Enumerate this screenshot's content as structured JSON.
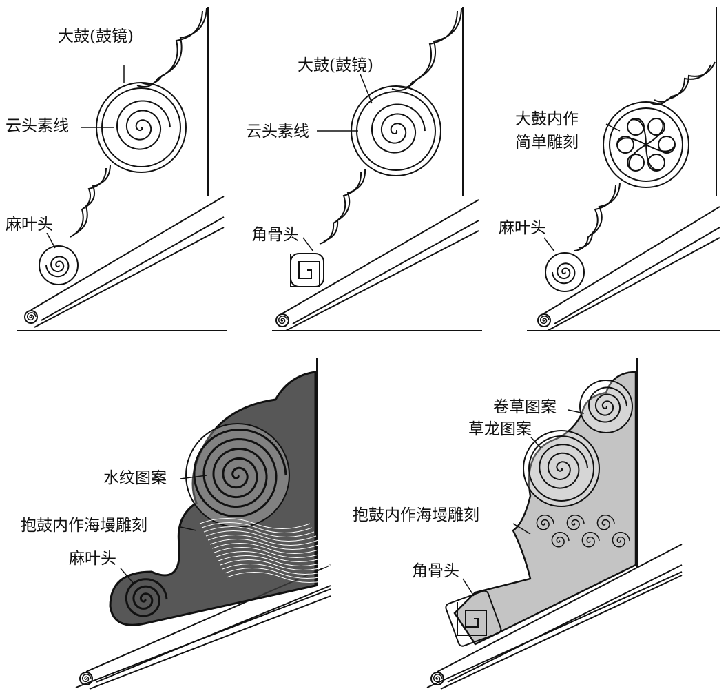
{
  "panels": [
    {
      "id": "p1",
      "labels": {
        "drum": "大鼓(鼓镜)",
        "line": "云头素线",
        "head": "麻叶头"
      }
    },
    {
      "id": "p2",
      "labels": {
        "drum": "大鼓(鼓镜)",
        "line": "云头素线",
        "head": "角骨头"
      }
    },
    {
      "id": "p3",
      "labels": {
        "drum_1": "大鼓内作",
        "drum_2": "简单雕刻",
        "head": "麻叶头"
      }
    },
    {
      "id": "p4",
      "labels": {
        "water": "水纹图案",
        "carving": "抱鼓内作海墁雕刻",
        "head": "麻叶头"
      }
    },
    {
      "id": "p5",
      "labels": {
        "scroll": "卷草图案",
        "dragon": "草龙图案",
        "carving": "抱鼓内作海墁雕刻",
        "head": "角骨头"
      }
    }
  ],
  "colors": {
    "ink": "#111111",
    "paper": "#ffffff"
  }
}
